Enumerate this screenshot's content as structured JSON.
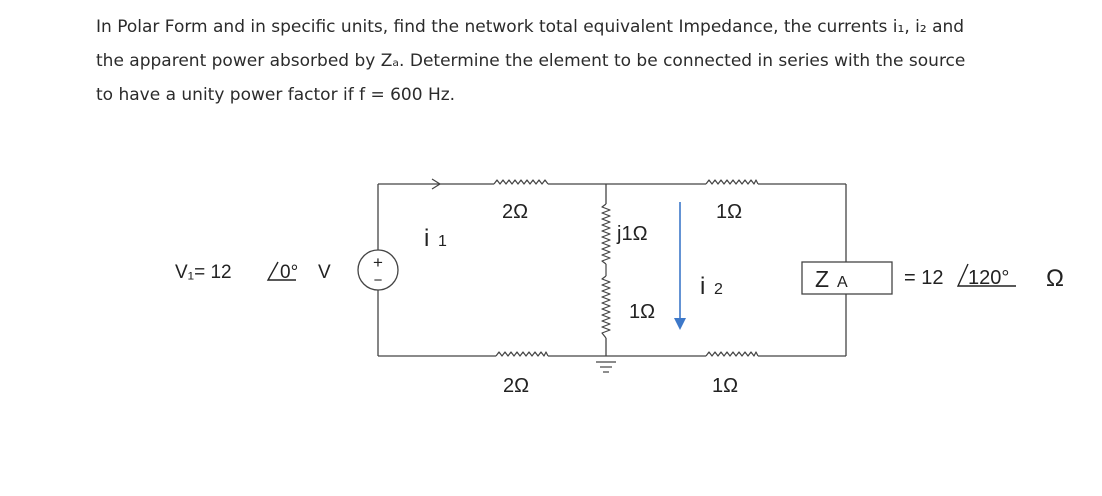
{
  "problem": {
    "line1": "In Polar Form and in specific units, find the network total equivalent Impedance, the currents i₁, i₂ and",
    "line2": "the apparent power absorbed by Zₐ. Determine the element to be connected in series with the source",
    "line3": "to have a unity power factor if f = 600 Hz."
  },
  "circuit": {
    "source_label": "V₁= 12",
    "source_angle": "0°",
    "source_unit": "V",
    "source_plus": "+",
    "source_minus": "−",
    "i1_label": "i",
    "i1_sub": "1",
    "r_top_left": "2Ω",
    "r_bottom_left": "2Ω",
    "x_inductor": "j1Ω",
    "r_middle": "1Ω",
    "r_top_right": "1Ω",
    "r_bottom_right": "1Ω",
    "i2_label": "i",
    "i2_sub": "2",
    "za_main": "Z",
    "za_sub": "A",
    "za_value": "= 12",
    "za_angle": "120°",
    "za_unit": "Ω"
  },
  "colors": {
    "text": "#222222",
    "wire": "#444444",
    "arrow_blue": "#3d78c9"
  }
}
